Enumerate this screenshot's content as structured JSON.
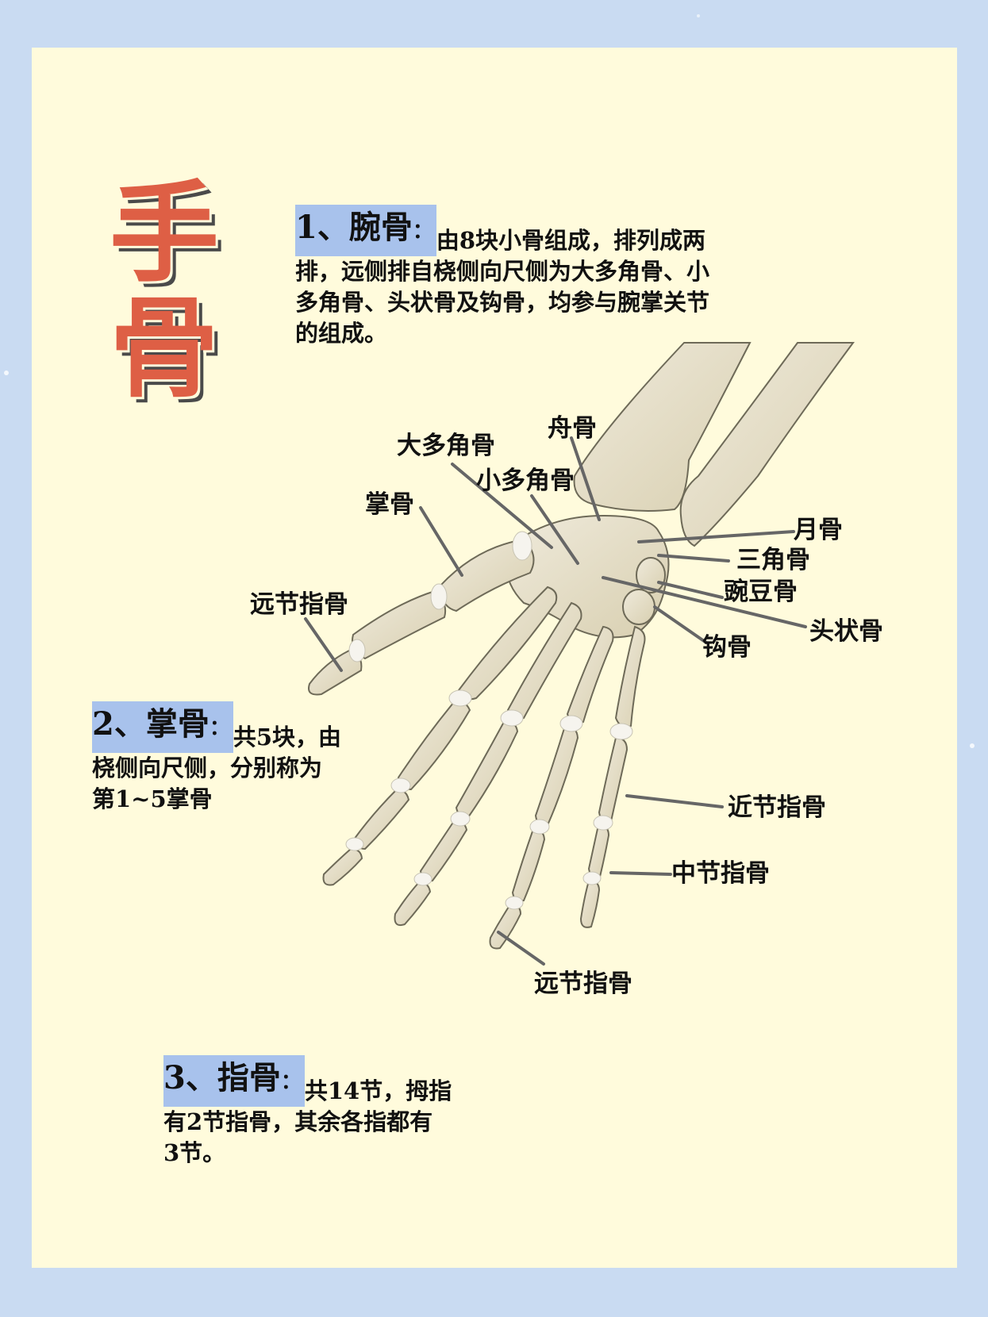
{
  "title": {
    "char1": "手",
    "char2": "骨"
  },
  "sections": [
    {
      "heading": "1、腕骨",
      "colon": "：",
      "lines": [
        "由8块小骨组成，排列成两",
        "排，远侧排自桡侧向尺侧为大多角骨、小",
        "多角骨、头状骨及钩骨，均参与腕掌关节",
        "的组成。"
      ]
    },
    {
      "heading": "2、掌骨",
      "colon": "：",
      "lines": [
        "共5块，由",
        "桡侧向尺侧，分别称为",
        "第1~5掌骨"
      ]
    },
    {
      "heading": "3、指骨",
      "colon": "：",
      "lines": [
        "共14节，拇指",
        "有2节指骨，其余各指都有",
        "3节。"
      ]
    }
  ],
  "labels": {
    "scaphoid": "舟骨",
    "trapezium": "大多角骨",
    "trapezoid": "小多角骨",
    "metacarpal": "掌骨",
    "distal_phalanx_thumb": "远节指骨",
    "lunate": "月骨",
    "triquetrum": "三角骨",
    "pisiform": "豌豆骨",
    "capitate": "头状骨",
    "hamate": "钩骨",
    "proximal_phalanx": "近节指骨",
    "middle_phalanx": "中节指骨",
    "distal_phalanx": "远节指骨"
  },
  "colors": {
    "background": "#c9dbf2",
    "card": "#fffbdc",
    "title": "#de5f45",
    "highlight": "#a8c2ec",
    "bone": "#e8e2cc",
    "bone_outline": "#6e6a58",
    "leader_line": "#666666"
  }
}
